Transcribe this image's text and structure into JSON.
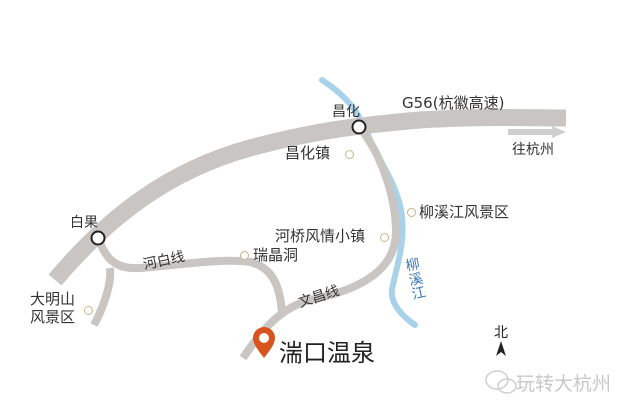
{
  "map": {
    "title_poi": "湍口温泉",
    "colors": {
      "road": "#c9c5c3",
      "river": "#a9d2ea",
      "river_text": "#3b78b8",
      "marker": "#d9531f",
      "poi_ring": "#c9b58a",
      "text": "#333333"
    },
    "highway": {
      "label": "G56(杭徽高速)",
      "direction": "往杭州"
    },
    "junctions": [
      {
        "label": "昌化"
      },
      {
        "label": "白果"
      }
    ],
    "roads": [
      {
        "label": "河白线"
      },
      {
        "label": "文昌线"
      }
    ],
    "river": {
      "label_chars": [
        "柳",
        "溪",
        "江"
      ]
    },
    "pois": [
      {
        "label": "昌化镇"
      },
      {
        "label": "柳溪江风景区"
      },
      {
        "label": "河桥风情小镇"
      },
      {
        "label": "瑞晶洞"
      },
      {
        "label": "大明山"
      },
      {
        "label": "风景区"
      }
    ],
    "compass": {
      "label": "北"
    },
    "watermark": "玩转大杭州"
  }
}
